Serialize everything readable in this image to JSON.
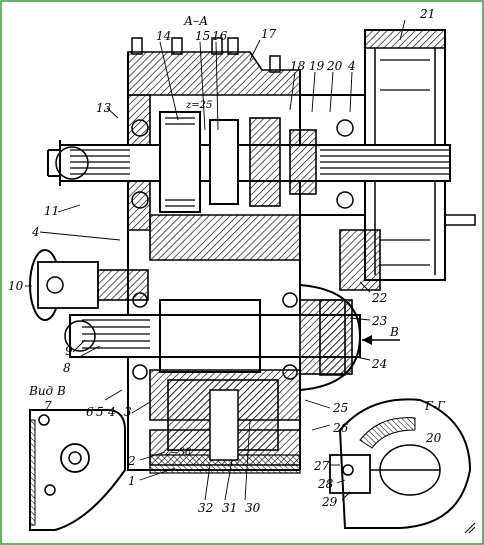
{
  "drawing": {
    "section_label": "А–А",
    "view_label": "Вид В",
    "section_label_g": "Г-Г",
    "tooth_labels": [
      "z=25",
      "z=38"
    ],
    "view_arrow_label": "В",
    "callouts": [
      "1",
      "2",
      "3",
      "4",
      "5",
      "6",
      "7",
      "8",
      "9",
      "10",
      "11",
      "4",
      "13",
      "14",
      "15",
      "16",
      "17",
      "18",
      "19",
      "20",
      "4",
      "21",
      "22",
      "23",
      "24",
      "25",
      "26",
      "27",
      "28",
      "29",
      "30",
      "31",
      "32",
      "20"
    ]
  }
}
